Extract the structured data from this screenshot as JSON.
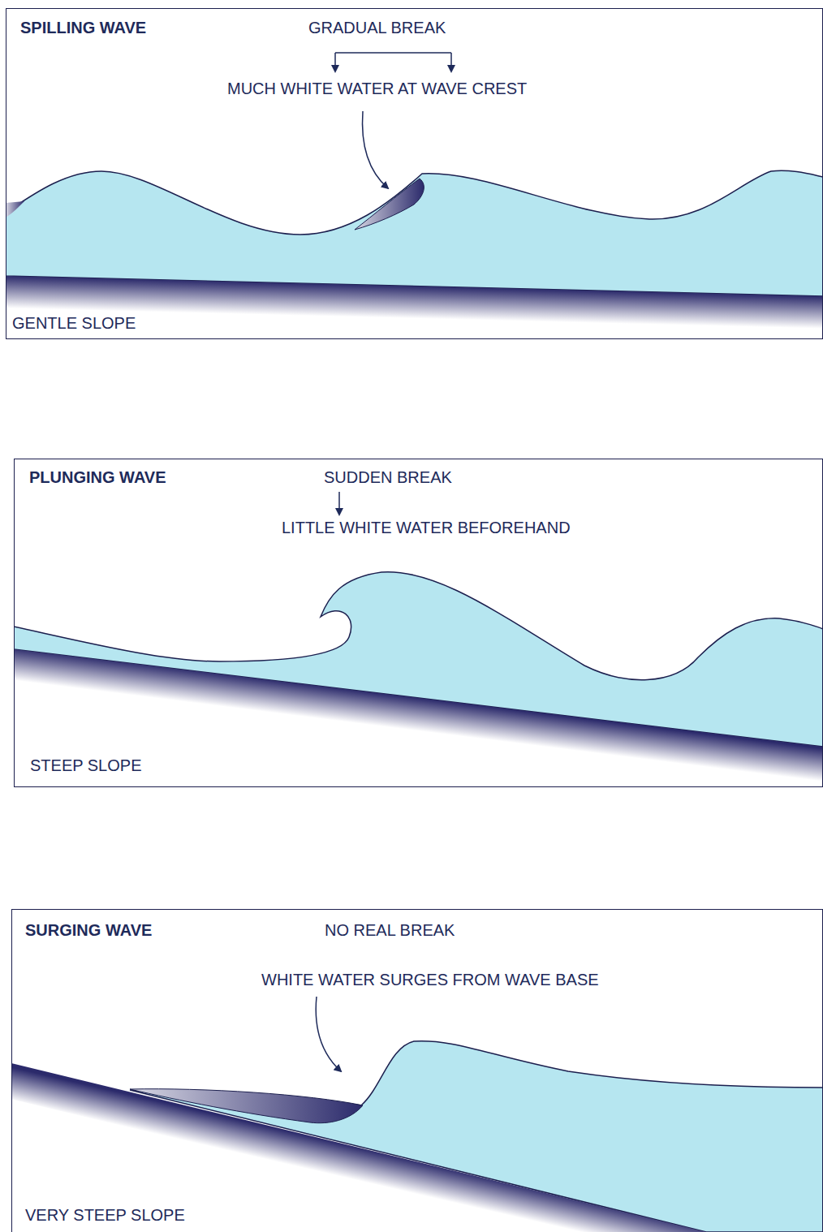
{
  "diagram": {
    "nodes": [
      {
        "text": [
          "SPILLING WAVE",
          "GRADUAL BREAK",
          "MUCH WHITE WATER AT WAVE CREST",
          "GENTLE SLOPE"
        ]
      },
      {
        "text": [
          "PLUNGING WAVE",
          "SUDDEN BREAK",
          "LITTLE WHITE WATER BEFOREHAND",
          "STEEP SLOPE"
        ]
      },
      {
        "text": [
          "SURGING WAVE",
          "NO REAL BREAK",
          "WHITE WATER SURGES FROM WAVE BASE",
          "VERY STEEP SLOPE"
        ]
      }
    ]
  }
}
